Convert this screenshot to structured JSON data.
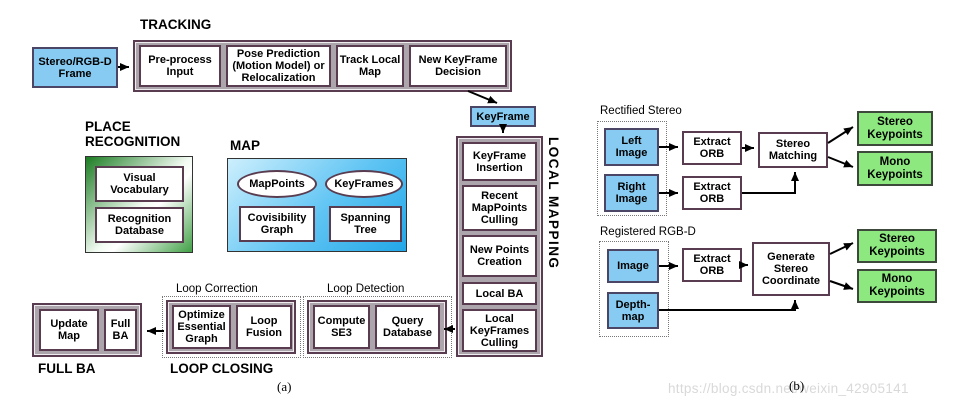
{
  "colors": {
    "blue_box": "#87cbf2",
    "green_box": "#8de97f",
    "container_gray": "#aca6ac",
    "box_border": "#5a3c50",
    "map_gradient_end": "#23a7e8",
    "place_gradient_start": "#1b7c22"
  },
  "diagram_a": {
    "caption": "(a)",
    "tracking": {
      "title": "TRACKING",
      "input": "Stereo/RGB-D Frame",
      "keyframe": "KeyFrame",
      "steps": [
        "Pre-process Input",
        "Pose Prediction (Motion Model) or Relocalization",
        "Track Local Map",
        "New KeyFrame Decision"
      ]
    },
    "place_recognition": {
      "title": "PLACE RECOGNITION",
      "items": [
        "Visual Vocabulary",
        "Recognition Database"
      ]
    },
    "map": {
      "title": "MAP",
      "ellipses": [
        "MapPoints",
        "KeyFrames"
      ],
      "boxes": [
        "Covisibility Graph",
        "Spanning Tree"
      ]
    },
    "local_mapping": {
      "title": "LOCAL MAPPING",
      "steps": [
        "KeyFrame Insertion",
        "Recent MapPoints Culling",
        "New Points Creation",
        "Local BA",
        "Local KeyFrames Culling"
      ]
    },
    "loop_closing": {
      "title": "LOOP CLOSING",
      "loop_correction": {
        "label": "Loop Correction",
        "steps": [
          "Optimize Essential Graph",
          "Loop Fusion"
        ]
      },
      "loop_detection": {
        "label": "Loop Detection",
        "steps": [
          "Compute SE3",
          "Query Database"
        ]
      }
    },
    "full_ba": {
      "title": "FULL BA",
      "steps": [
        "Update Map",
        "Full BA"
      ]
    }
  },
  "diagram_b": {
    "caption": "(b)",
    "rectified_stereo": {
      "title": "Rectified Stereo",
      "inputs": [
        "Left Image",
        "Right Image"
      ],
      "extract": [
        "Extract ORB",
        "Extract ORB"
      ],
      "process": "Stereo Matching",
      "outputs": [
        "Stereo Keypoints",
        "Mono Keypoints"
      ]
    },
    "registered_rgbd": {
      "title": "Registered RGB-D",
      "inputs": [
        "Image",
        "Depth-map"
      ],
      "extract": "Extract ORB",
      "process": "Generate Stereo Coordinate",
      "outputs": [
        "Stereo Keypoints",
        "Mono Keypoints"
      ]
    }
  },
  "watermark": "https://blog.csdn.net/weixin_42905141"
}
